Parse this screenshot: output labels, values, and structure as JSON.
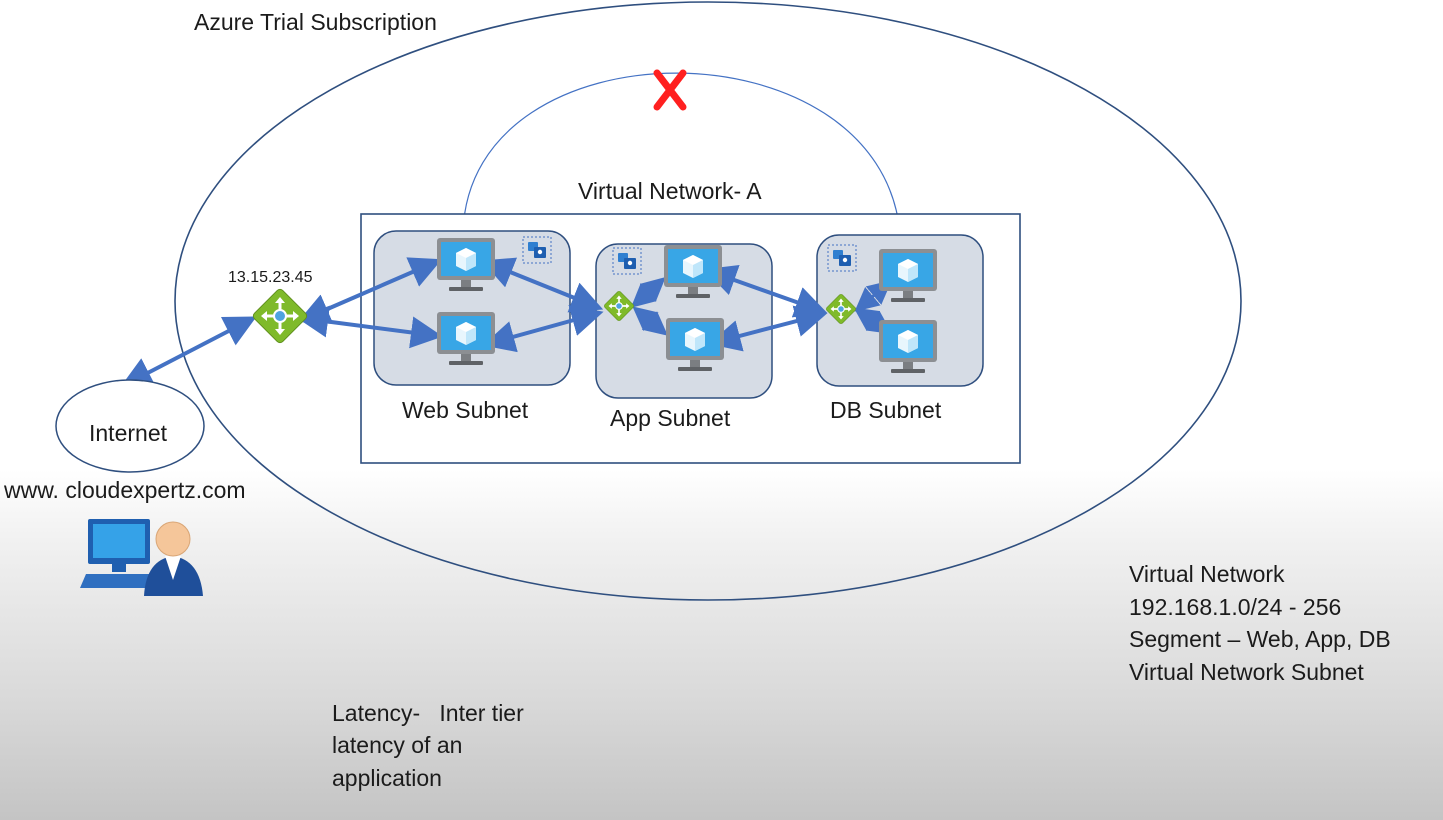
{
  "subscription": {
    "label": "Azure Trial Subscription"
  },
  "vnet": {
    "title": "Virtual Network- A",
    "subnets": [
      {
        "name": "Web Subnet"
      },
      {
        "name": "App Subnet"
      },
      {
        "name": "DB Subnet"
      }
    ]
  },
  "gateway": {
    "ip": "13.15.23.45"
  },
  "internet": {
    "label": "Internet",
    "url": "www. cloudexpertz.com"
  },
  "notes": {
    "lines": [
      "Virtual Network",
      "192.168.1.0/24  - 256",
      "Segment – Web, App, DB",
      "Virtual Network Subnet"
    ]
  },
  "latency": {
    "lines": [
      "Latency-   Inter tier",
      "latency of an",
      "application"
    ]
  },
  "colors": {
    "arrow": "#4472c4",
    "outline": "#2f4f7f",
    "subnet_fill": "#d6dce5",
    "blocked_mark": "#ff2020"
  },
  "icons": {
    "vm": "virtual-machine-icon",
    "lb": "load-balancer-icon",
    "nsg": "network-security-group-icon",
    "user": "user-at-computer-icon",
    "blocked": "blocked-x-icon"
  }
}
